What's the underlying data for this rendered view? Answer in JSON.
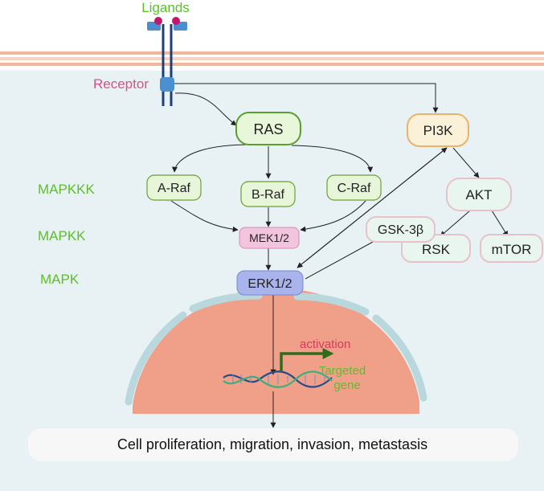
{
  "labels": {
    "ligands": "Ligands",
    "receptor": "Receptor",
    "mapkkk": "MAPKKK",
    "mapkk": "MAPKK",
    "mapk": "MAPK",
    "activation": "activation",
    "targeted_gene_line1": "Targeted",
    "targeted_gene_line2": "gene",
    "outcome": "Cell proliferation,  migration,  invasion,  metastasis"
  },
  "nodes": {
    "ras": "RAS",
    "araf": "A-Raf",
    "braf": "B-Raf",
    "craf": "C-Raf",
    "mek": "MEK1/2",
    "erk": "ERK1/2",
    "pi3k": "PI3K",
    "akt": "AKT",
    "gsk3b": "GSK-3β",
    "rsk": "RSK",
    "mtor": "mTOR"
  },
  "colors": {
    "label_green": "#5cbf2a",
    "receptor_pink": "#d9508a",
    "cell_bg": "#e8f1f4",
    "membrane": "#f2b79b",
    "nucleus": "#f0a088",
    "nuclear_envelope": "#b9d8dd",
    "raf_fill": "#e7f6d8",
    "raf_stroke": "#6a9e3a",
    "mek_fill": "#f3c4de",
    "erk_fill": "#a9b3ec",
    "pi3k_fill": "#fbf0d8",
    "pi3k_stroke": "#e8b46a",
    "akt_fill": "#e9f6ef",
    "akt_stroke": "#e7c2c8",
    "dna_blue": "#2a4a8a",
    "dna_green": "#3fae7a",
    "activation_red": "#d63a5c",
    "activation_arrow": "#2f6b1c",
    "targeted_gene": "#5cbf2a"
  }
}
